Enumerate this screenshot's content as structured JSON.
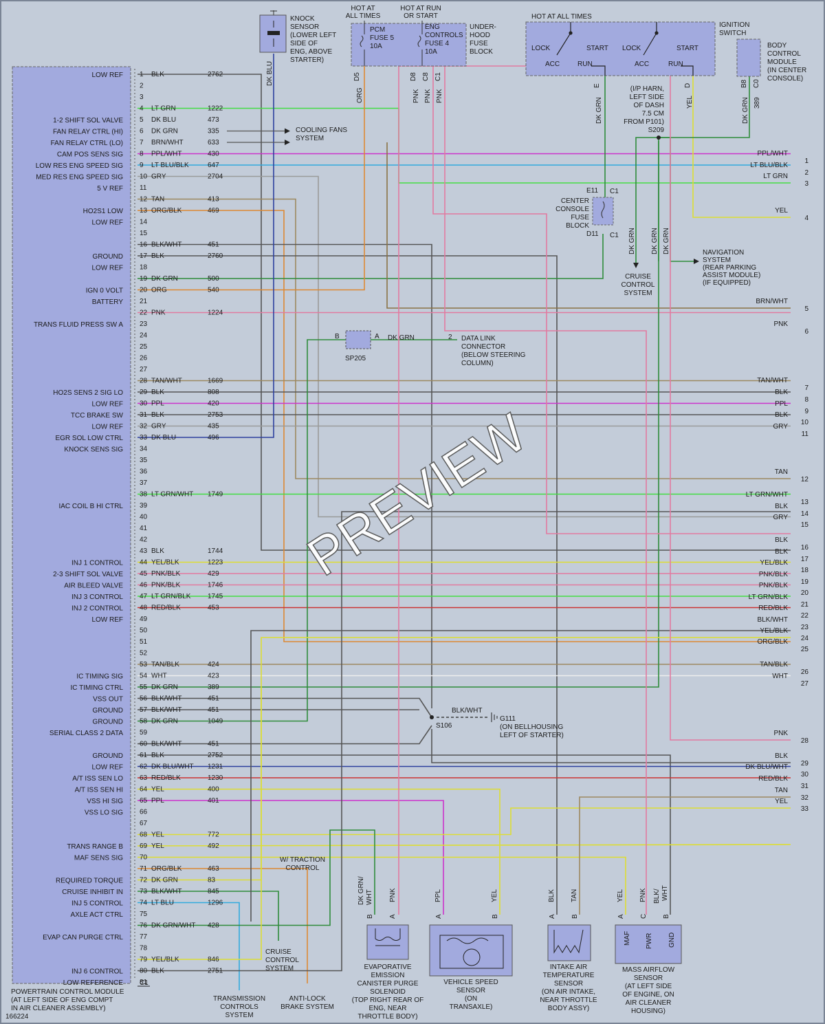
{
  "diagram_id": "166224",
  "watermark": "PREVIEW",
  "colors": {
    "background": "#c3ccd9",
    "module_fill": "#a2aade",
    "module_border": "#777777",
    "wire_default": "#555555"
  },
  "pcm": {
    "label_lines": [
      "POWERTRAIN CONTROL MODULE",
      "(AT LEFT SIDE OF ENG COMPT",
      "IN AIR CLEANER ASSEMBLY)"
    ],
    "connector": "C1",
    "pins": [
      {
        "pin": "1",
        "func": "LOW REF",
        "color": "BLK",
        "circuit": "2762"
      },
      {
        "pin": "2",
        "func": "",
        "color": "",
        "circuit": ""
      },
      {
        "pin": "3",
        "func": "",
        "color": "",
        "circuit": ""
      },
      {
        "pin": "4",
        "func": "",
        "color": "LT GRN",
        "circuit": "1222"
      },
      {
        "pin": "5",
        "func": "1-2 SHIFT SOL VALVE",
        "color": "DK BLU",
        "circuit": "473"
      },
      {
        "pin": "6",
        "func": "FAN RELAY CTRL (HI)",
        "color": "DK GRN",
        "circuit": "335"
      },
      {
        "pin": "7",
        "func": "FAN RELAY CTRL (LO)",
        "color": "BRN/WHT",
        "circuit": "633"
      },
      {
        "pin": "8",
        "func": "CAM POS SENS SIG",
        "color": "PPL/WHT",
        "circuit": "430"
      },
      {
        "pin": "9",
        "func": "LOW RES ENG SPEED SIG",
        "color": "LT BLU/BLK",
        "circuit": "647"
      },
      {
        "pin": "10",
        "func": "MED RES ENG SPEED SIG",
        "color": "GRY",
        "circuit": "2704"
      },
      {
        "pin": "11",
        "func": "5 V REF",
        "color": "",
        "circuit": ""
      },
      {
        "pin": "12",
        "func": "",
        "color": "TAN",
        "circuit": "413"
      },
      {
        "pin": "13",
        "func": "HO2S1 LOW",
        "color": "ORG/BLK",
        "circuit": "469"
      },
      {
        "pin": "14",
        "func": "LOW REF",
        "color": "",
        "circuit": ""
      },
      {
        "pin": "15",
        "func": "",
        "color": "",
        "circuit": ""
      },
      {
        "pin": "16",
        "func": "",
        "color": "BLK/WHT",
        "circuit": "451"
      },
      {
        "pin": "17",
        "func": "GROUND",
        "color": "BLK",
        "circuit": "2760"
      },
      {
        "pin": "18",
        "func": "LOW REF",
        "color": "",
        "circuit": ""
      },
      {
        "pin": "19",
        "func": "",
        "color": "DK GRN",
        "circuit": "500"
      },
      {
        "pin": "20",
        "func": "IGN 0 VOLT",
        "color": "ORG",
        "circuit": "540"
      },
      {
        "pin": "21",
        "func": "BATTERY",
        "color": "",
        "circuit": ""
      },
      {
        "pin": "22",
        "func": "",
        "color": "PNK",
        "circuit": "1224"
      },
      {
        "pin": "23",
        "func": "TRANS FLUID PRESS SW A",
        "color": "",
        "circuit": ""
      },
      {
        "pin": "24",
        "func": "",
        "color": "",
        "circuit": ""
      },
      {
        "pin": "25",
        "func": "",
        "color": "",
        "circuit": ""
      },
      {
        "pin": "26",
        "func": "",
        "color": "",
        "circuit": ""
      },
      {
        "pin": "27",
        "func": "",
        "color": "",
        "circuit": ""
      },
      {
        "pin": "28",
        "func": "",
        "color": "TAN/WHT",
        "circuit": "1669"
      },
      {
        "pin": "29",
        "func": "HO2S SENS 2 SIG LO",
        "color": "BLK",
        "circuit": "808"
      },
      {
        "pin": "30",
        "func": "LOW REF",
        "color": "PPL",
        "circuit": "420"
      },
      {
        "pin": "31",
        "func": "TCC BRAKE SW",
        "color": "BLK",
        "circuit": "2753"
      },
      {
        "pin": "32",
        "func": "LOW REF",
        "color": "GRY",
        "circuit": "435"
      },
      {
        "pin": "33",
        "func": "EGR SOL LOW CTRL",
        "color": "DK BLU",
        "circuit": "496"
      },
      {
        "pin": "34",
        "func": "KNOCK SENS SIG",
        "color": "",
        "circuit": ""
      },
      {
        "pin": "35",
        "func": "",
        "color": "",
        "circuit": ""
      },
      {
        "pin": "36",
        "func": "",
        "color": "",
        "circuit": ""
      },
      {
        "pin": "37",
        "func": "",
        "color": "",
        "circuit": ""
      },
      {
        "pin": "38",
        "func": "",
        "color": "LT GRN/WHT",
        "circuit": "1749"
      },
      {
        "pin": "39",
        "func": "IAC COIL B HI CTRL",
        "color": "",
        "circuit": ""
      },
      {
        "pin": "40",
        "func": "",
        "color": "",
        "circuit": ""
      },
      {
        "pin": "41",
        "func": "",
        "color": "",
        "circuit": ""
      },
      {
        "pin": "42",
        "func": "",
        "color": "",
        "circuit": ""
      },
      {
        "pin": "43",
        "func": "",
        "color": "BLK",
        "circuit": "1744"
      },
      {
        "pin": "44",
        "func": "INJ 1 CONTROL",
        "color": "YEL/BLK",
        "circuit": "1223"
      },
      {
        "pin": "45",
        "func": "2-3 SHIFT SOL VALVE",
        "color": "PNK/BLK",
        "circuit": "429"
      },
      {
        "pin": "46",
        "func": "AIR BLEED VALVE",
        "color": "PNK/BLK",
        "circuit": "1746"
      },
      {
        "pin": "47",
        "func": "INJ 3 CONTROL",
        "color": "LT GRN/BLK",
        "circuit": "1745"
      },
      {
        "pin": "48",
        "func": "INJ 2 CONTROL",
        "color": "RED/BLK",
        "circuit": "453"
      },
      {
        "pin": "49",
        "func": "LOW REF",
        "color": "",
        "circuit": ""
      },
      {
        "pin": "50",
        "func": "",
        "color": "",
        "circuit": ""
      },
      {
        "pin": "51",
        "func": "",
        "color": "",
        "circuit": ""
      },
      {
        "pin": "52",
        "func": "",
        "color": "",
        "circuit": ""
      },
      {
        "pin": "53",
        "func": "",
        "color": "TAN/BLK",
        "circuit": "424"
      },
      {
        "pin": "54",
        "func": "IC TIMING SIG",
        "color": "WHT",
        "circuit": "423"
      },
      {
        "pin": "55",
        "func": "IC TIMING CTRL",
        "color": "DK GRN",
        "circuit": "389"
      },
      {
        "pin": "56",
        "func": "VSS OUT",
        "color": "BLK/WHT",
        "circuit": "451"
      },
      {
        "pin": "57",
        "func": "GROUND",
        "color": "BLK/WHT",
        "circuit": "451"
      },
      {
        "pin": "58",
        "func": "GROUND",
        "color": "DK GRN",
        "circuit": "1049"
      },
      {
        "pin": "59",
        "func": "SERIAL CLASS 2 DATA",
        "color": "",
        "circuit": ""
      },
      {
        "pin": "60",
        "func": "",
        "color": "BLK/WHT",
        "circuit": "451"
      },
      {
        "pin": "61",
        "func": "GROUND",
        "color": "BLK",
        "circuit": "2752"
      },
      {
        "pin": "62",
        "func": "LOW REF",
        "color": "DK BLU/WHT",
        "circuit": "1231"
      },
      {
        "pin": "63",
        "func": "A/T ISS SEN LO",
        "color": "RED/BLK",
        "circuit": "1230"
      },
      {
        "pin": "64",
        "func": "A/T ISS SEN HI",
        "color": "YEL",
        "circuit": "400"
      },
      {
        "pin": "65",
        "func": "VSS HI SIG",
        "color": "PPL",
        "circuit": "401"
      },
      {
        "pin": "66",
        "func": "VSS LO SIG",
        "color": "",
        "circuit": ""
      },
      {
        "pin": "67",
        "func": "",
        "color": "",
        "circuit": ""
      },
      {
        "pin": "68",
        "func": "",
        "color": "YEL",
        "circuit": "772"
      },
      {
        "pin": "69",
        "func": "TRANS RANGE B",
        "color": "YEL",
        "circuit": "492"
      },
      {
        "pin": "70",
        "func": "MAF SENS SIG",
        "color": "",
        "circuit": ""
      },
      {
        "pin": "71",
        "func": "",
        "color": "ORG/BLK",
        "circuit": "463"
      },
      {
        "pin": "72",
        "func": "REQUIRED TORQUE",
        "color": "DK GRN",
        "circuit": "83"
      },
      {
        "pin": "73",
        "func": "CRUISE INHIBIT IN",
        "color": "BLK/WHT",
        "circuit": "845"
      },
      {
        "pin": "74",
        "func": "INJ 5 CONTROL",
        "color": "LT BLU",
        "circuit": "1296"
      },
      {
        "pin": "75",
        "func": "AXLE ACT CTRL",
        "color": "",
        "circuit": ""
      },
      {
        "pin": "76",
        "func": "",
        "color": "DK GRN/WHT",
        "circuit": "428"
      },
      {
        "pin": "77",
        "func": "EVAP CAN PURGE CTRL",
        "color": "",
        "circuit": ""
      },
      {
        "pin": "78",
        "func": "",
        "color": "",
        "circuit": ""
      },
      {
        "pin": "79",
        "func": "",
        "color": "YEL/BLK",
        "circuit": "846"
      },
      {
        "pin": "80",
        "func": "INJ 6 CONTROL",
        "color": "BLK",
        "circuit": "2751"
      },
      {
        "pin": "81",
        "func": "LOW REFERENCE",
        "color": "",
        "circuit": ""
      }
    ]
  },
  "right_terminals": [
    {
      "num": "1",
      "color": "PPL/WHT"
    },
    {
      "num": "2",
      "color": "LT BLU/BLK"
    },
    {
      "num": "3",
      "color": "LT GRN"
    },
    {
      "num": "4",
      "color": "YEL"
    },
    {
      "num": "5",
      "color": "BRN/WHT"
    },
    {
      "num": "6",
      "color": "PNK"
    },
    {
      "num": "7",
      "color": "TAN/WHT"
    },
    {
      "num": "8",
      "color": "BLK"
    },
    {
      "num": "9",
      "color": "PPL"
    },
    {
      "num": "10",
      "color": "BLK"
    },
    {
      "num": "11",
      "color": "GRY"
    },
    {
      "num": "12",
      "color": "TAN"
    },
    {
      "num": "13",
      "color": "LT GRN/WHT"
    },
    {
      "num": "14",
      "color": "BLK"
    },
    {
      "num": "15",
      "color": "GRY"
    },
    {
      "num": "16",
      "color": "BLK"
    },
    {
      "num": "17",
      "color": "BLK"
    },
    {
      "num": "18",
      "color": "YEL/BLK"
    },
    {
      "num": "19",
      "color": "PNK/BLK"
    },
    {
      "num": "20",
      "color": "PNK/BLK"
    },
    {
      "num": "21",
      "color": "LT GRN/BLK"
    },
    {
      "num": "22",
      "color": "RED/BLK"
    },
    {
      "num": "23",
      "color": "BLK/WHT"
    },
    {
      "num": "24",
      "color": "YEL/BLK"
    },
    {
      "num": "25",
      "color": "ORG/BLK"
    },
    {
      "num": "26",
      "color": "TAN/BLK"
    },
    {
      "num": "27",
      "color": "WHT"
    },
    {
      "num": "28",
      "color": "PNK"
    },
    {
      "num": "29",
      "color": "BLK"
    },
    {
      "num": "30",
      "color": "DK BLU/WHT"
    },
    {
      "num": "31",
      "color": "RED/BLK"
    },
    {
      "num": "32",
      "color": "TAN"
    },
    {
      "num": "33",
      "color": "YEL"
    }
  ],
  "components": {
    "knock_sensor": [
      "KNOCK",
      "SENSOR",
      "(LOWER LEFT",
      "SIDE OF",
      "ENG, ABOVE",
      "STARTER)"
    ],
    "knock_wire": "DK BLU",
    "hot_all_times": [
      "HOT AT",
      "ALL TIMES"
    ],
    "hot_run_start": [
      "HOT AT RUN",
      "OR START"
    ],
    "fuse_pcm": [
      "PCM",
      "FUSE 5",
      "10A"
    ],
    "fuse_eng": [
      "ENG",
      "CONTROLS",
      "FUSE 4",
      "10A"
    ],
    "underhood_fuse_block": [
      "UNDER-",
      "HOOD",
      "FUSE",
      "BLOCK"
    ],
    "fuse_pins": [
      "D5",
      "D8",
      "C8",
      "C1"
    ],
    "fuse_wires": [
      "ORG",
      "PNK",
      "PNK",
      "PNK"
    ],
    "ign_hot": "HOT AT ALL TIMES",
    "ign_switch": [
      "IGNITION",
      "SWITCH"
    ],
    "ign_positions": [
      "LOCK",
      "START",
      "ACC",
      "RUN",
      "LOCK",
      "START",
      "ACC",
      "RUN"
    ],
    "ign_pins": [
      "E",
      "D"
    ],
    "ign_wires": [
      "DK GRN",
      "YEL"
    ],
    "bcm": [
      "BODY",
      "CONTROL",
      "MODULE",
      "(IN CENTER",
      "CONSOLE)"
    ],
    "bcm_pins": [
      "B8",
      "C0"
    ],
    "bcm_wire": "DK GRN",
    "bcm_circuit": "389",
    "splice_s209": [
      "(I/P HARN,",
      "LEFT SIDE",
      "OF DASH",
      "7.5 CM",
      "FROM P101)",
      "S209"
    ],
    "center_console": [
      "CENTER",
      "CONSOLE",
      "FUSE",
      "BLOCK"
    ],
    "console_pins": [
      "E11",
      "C1",
      "D11",
      "C1"
    ],
    "dk_grn_labels": [
      "DK GRN",
      "DK GRN",
      "DK GRN"
    ],
    "cruise_control_top": [
      "CRUISE",
      "CONTROL",
      "SYSTEM"
    ],
    "navigation": [
      "NAVIGATION",
      "SYSTEM",
      "(REAR PARKING",
      "ASSIST MODULE)",
      "(IF EQUIPPED)"
    ],
    "cooling_fans": [
      "COOLING FANS",
      "SYSTEM"
    ],
    "sp205": "SP205",
    "sp205_pins": [
      "B",
      "A"
    ],
    "dlc_wire": "DK GRN",
    "dlc_pin": "2",
    "dlc": [
      "DATA LINK",
      "CONNECTOR",
      "(BELOW STEERING",
      "COLUMN)"
    ],
    "s106": "S106",
    "g111_wire": "BLK/WHT",
    "g111": [
      "G111",
      "(ON BELLHOUSING",
      "LEFT OF STARTER)"
    ],
    "traction": [
      "W/ TRACTION",
      "CONTROL"
    ],
    "cruise_control_bottom": [
      "CRUISE",
      "CONTROL",
      "SYSTEM"
    ],
    "transmission_controls": [
      "TRANSMISSION",
      "CONTROLS",
      "SYSTEM"
    ],
    "anti_lock": [
      "ANTI-LOCK",
      "BRAKE SYSTEM"
    ],
    "evap": {
      "wires": [
        "DK GRN/",
        "WHT",
        "PNK"
      ],
      "pins": [
        "B",
        "A"
      ],
      "label": [
        "EVAPORATIVE",
        "EMISSION",
        "CANISTER PURGE",
        "SOLENOID",
        "(TOP RIGHT REAR OF",
        "ENG, NEAR",
        "THROTTLE BODY)"
      ]
    },
    "vss": {
      "wires": [
        "PPL",
        "YEL"
      ],
      "pins": [
        "A",
        "B"
      ],
      "label": [
        "VEHICLE SPEED",
        "SENSOR",
        "(ON",
        "TRANSAXLE)"
      ]
    },
    "iat": {
      "wires": [
        "BLK",
        "TAN"
      ],
      "pins": [
        "A",
        "B"
      ],
      "label": [
        "INTAKE AIR",
        "TEMPERATURE",
        "SENSOR",
        "(ON AIR INTAKE,",
        "NEAR THROTTLE",
        "BODY ASSY)"
      ]
    },
    "maf": {
      "wires": [
        "YEL",
        "PNK",
        "BLK/",
        "WHT"
      ],
      "pins": [
        "A",
        "C",
        "B"
      ],
      "inner": [
        "MAF",
        "PWR",
        "GND"
      ],
      "label": [
        "MASS AIRFLOW",
        "SENSOR",
        "(AT LEFT SIDE",
        "OF ENGINE, ON",
        "AIR CLEANER",
        "HOUSING)"
      ]
    }
  }
}
